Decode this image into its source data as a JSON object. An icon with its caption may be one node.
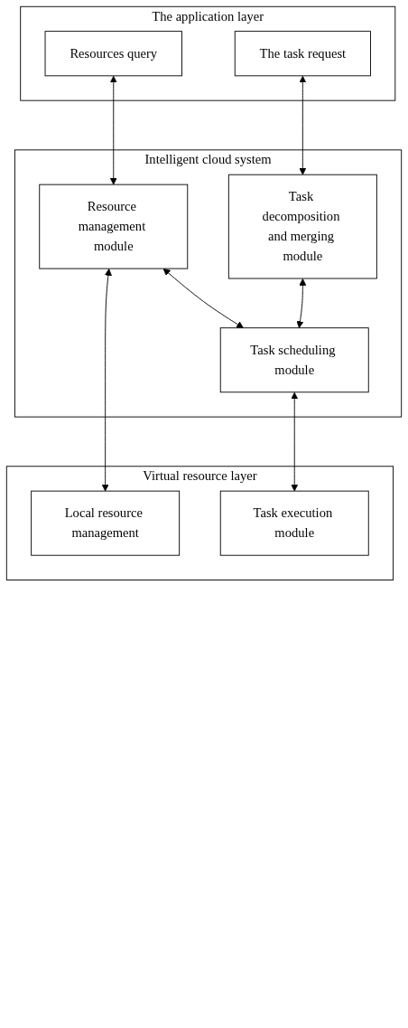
{
  "diagram": {
    "nodes": [
      {
        "text": [
          "The application layer"
        ]
      },
      {
        "text": [
          "Resources query"
        ],
        "in": 0
      },
      {
        "text": [
          "The task request"
        ],
        "in": 0
      },
      {
        "text": [
          "Intelligent cloud system"
        ]
      },
      {
        "text": [
          "Task decomposition and merging module"
        ],
        "in": 3
      },
      {
        "text": [
          "Resource management module"
        ],
        "in": 3
      },
      {
        "text": [
          "Task scheduling module"
        ],
        "in": 3
      },
      {
        "text": [
          "Virtual resource layer"
        ]
      },
      {
        "text": [
          "Local resource management"
        ],
        "in": 7
      },
      {
        "text": [
          "Task execution module"
        ],
        "in": 7
      }
    ],
    "edges": [
      {
        "from": 1,
        "to": 5,
        "arrow": "both"
      },
      {
        "from": 2,
        "to": 4,
        "arrow": "both"
      },
      {
        "from": 4,
        "to": 6,
        "arrow": "both"
      },
      {
        "from": 5,
        "to": 6,
        "arrow": "both"
      },
      {
        "from": 5,
        "to": 8,
        "arrow": "both"
      },
      {
        "from": 6,
        "to": 9,
        "arrow": "both"
      }
    ]
  }
}
